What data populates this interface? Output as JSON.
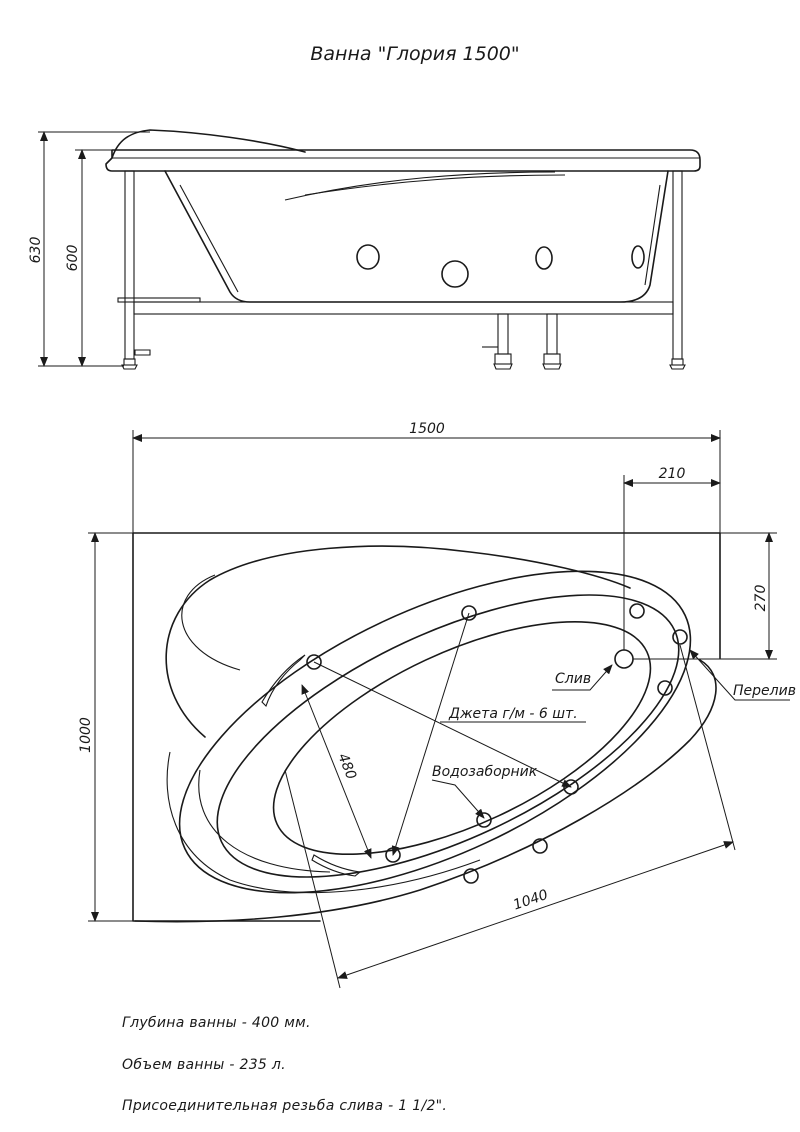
{
  "title": "Ванна \"Глория 1500\"",
  "side_view": {
    "height_total": "630",
    "height_frame": "600"
  },
  "top_view": {
    "width": "1500",
    "depth": "1000",
    "drain_offset_x": "210",
    "drain_offset_y": "270",
    "inner_width": "480",
    "inner_length": "1040",
    "labels": {
      "drain": "Слив",
      "overflow": "Перелив",
      "jets": "Джета г/м - 6 шт.",
      "intake": "Водозаборник"
    }
  },
  "notes": [
    "Глубина ванны - 400 мм.",
    "Объем ванны - 235 л.",
    "Присоединительная резьба слива - 1 1/2\"."
  ]
}
